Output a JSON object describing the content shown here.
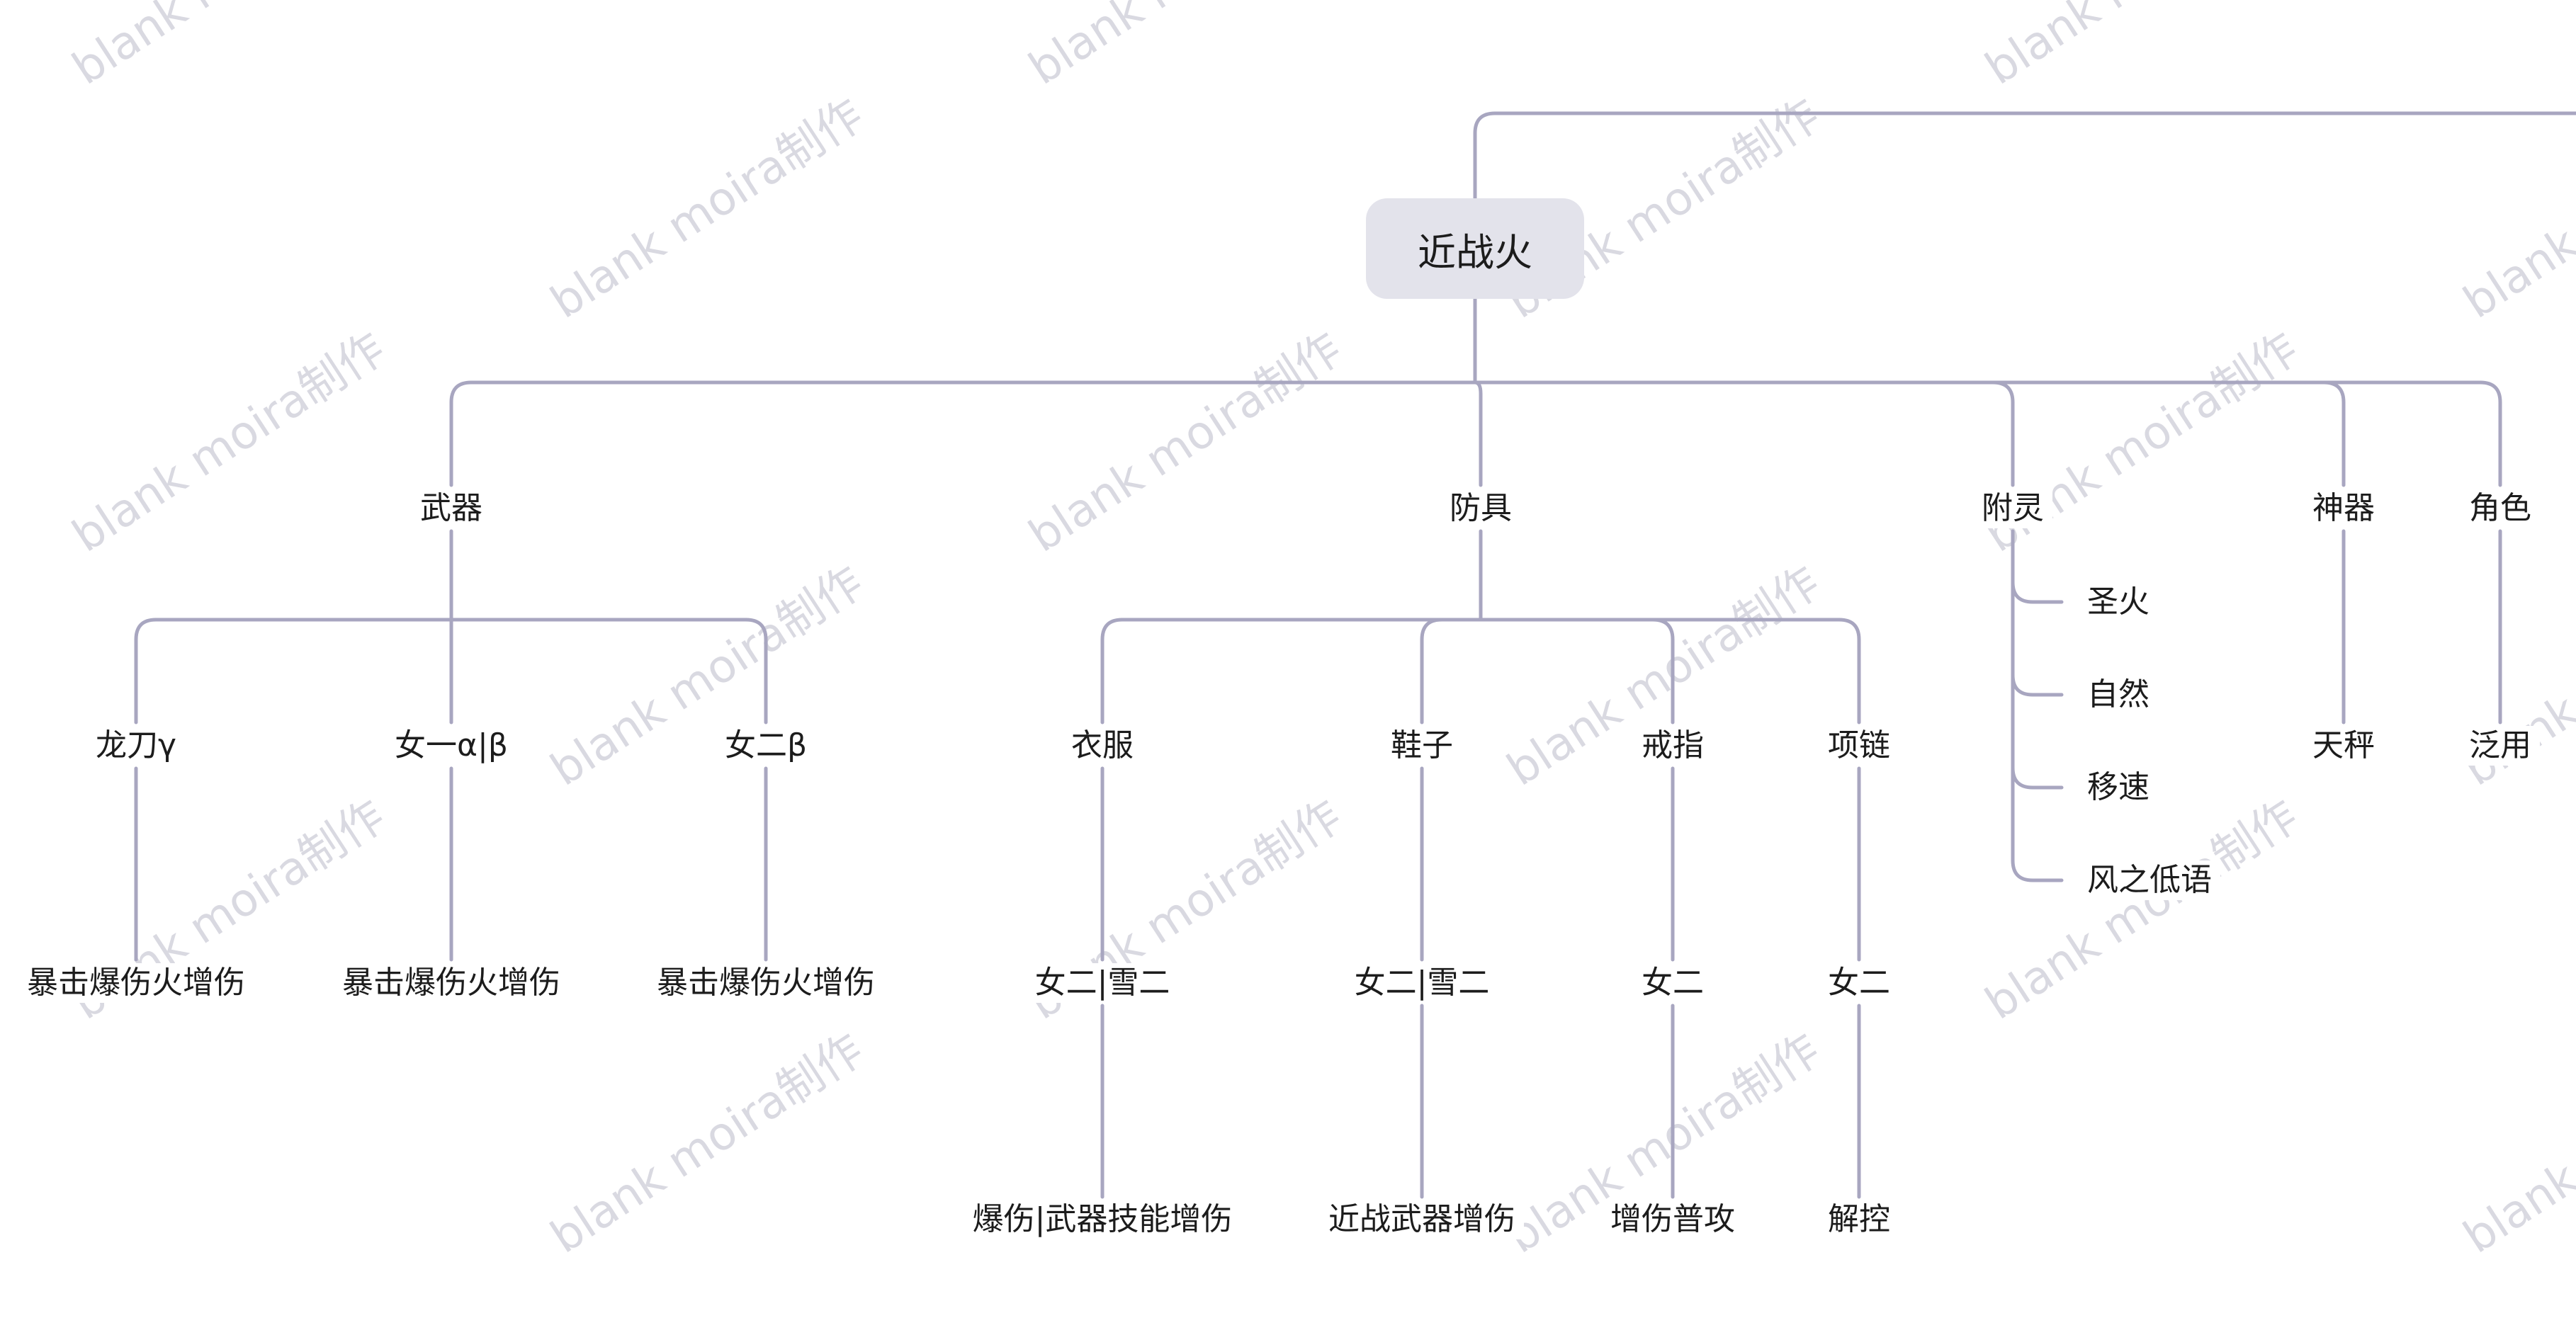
{
  "colors": {
    "line": "#a8a6c0",
    "root_fill": "#e3e3eb",
    "text": "#1c1c1c",
    "watermark": "#d9d9e1"
  },
  "watermark_text": "blank moira制作",
  "root": {
    "label": "近战火"
  },
  "level1": {
    "weapon": "武器",
    "armor": "防具",
    "enchant": "附灵",
    "artifact": "神器",
    "role": "角色"
  },
  "weapon": {
    "dragon_blade": {
      "label": "龙刀γ",
      "detail": "暴击爆伤火增伤"
    },
    "f1_ab": {
      "label": "女一α|β",
      "detail": "暴击爆伤火增伤"
    },
    "f2_b": {
      "label": "女二β",
      "detail": "暴击爆伤火增伤"
    }
  },
  "armor": {
    "clothes": {
      "label": "衣服",
      "source": "女二|雪二",
      "effect": "爆伤|武器技能增伤"
    },
    "shoes": {
      "label": "鞋子",
      "source": "女二|雪二",
      "effect": "近战武器增伤"
    },
    "ring": {
      "label": "戒指",
      "source": "女二",
      "effect": "增伤普攻"
    },
    "necklace": {
      "label": "项链",
      "source": "女二",
      "effect": "解控"
    }
  },
  "enchant_items": [
    "圣火",
    "自然",
    "移速",
    "风之低语"
  ],
  "artifact_item": "天秤",
  "role_item": "泛用"
}
